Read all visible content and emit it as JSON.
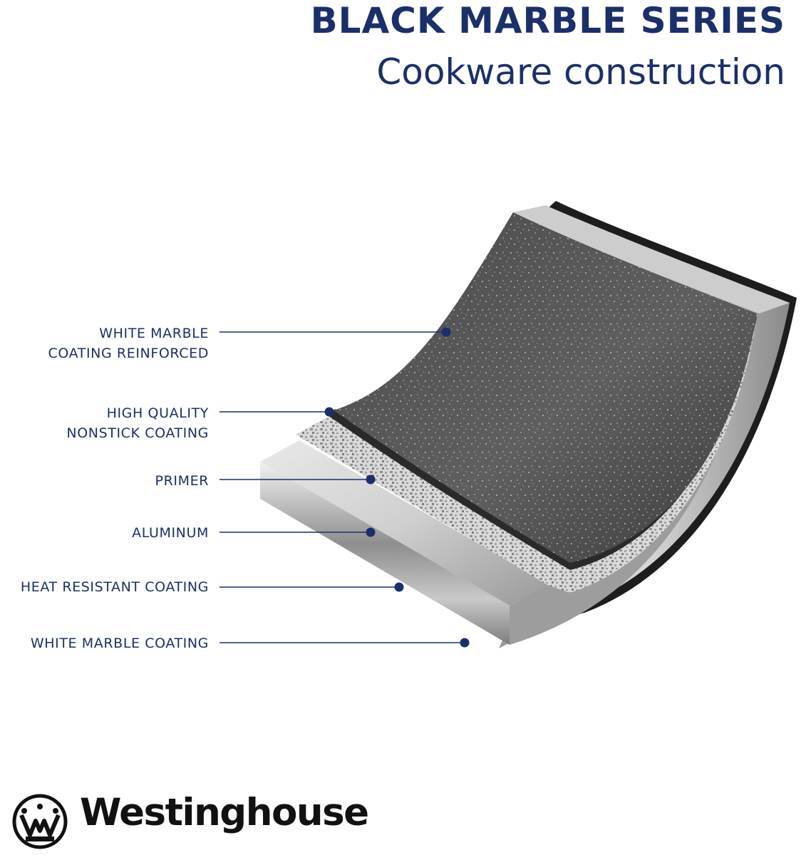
{
  "header": {
    "title": "BLACK MARBLE SERIES",
    "subtitle": "Cookware construction"
  },
  "layers": [
    {
      "lines": [
        "WHITE MARBLE",
        "COATING REINFORCED"
      ]
    },
    {
      "lines": [
        "HIGH QUALITY",
        "NONSTICK COATING"
      ]
    },
    {
      "lines": [
        "PRIMER"
      ]
    },
    {
      "lines": [
        "ALUMINUM"
      ]
    },
    {
      "lines": [
        "HEAT RESISTANT COATING"
      ]
    },
    {
      "lines": [
        "WHITE MARBLE COATING"
      ]
    }
  ],
  "brand": {
    "name": "Westinghouse",
    "logo_icon": "westinghouse-w-logo-icon"
  },
  "colors": {
    "navy": "#1b2f6b",
    "dot": "#1b2f6b",
    "brand_black": "#111111"
  }
}
